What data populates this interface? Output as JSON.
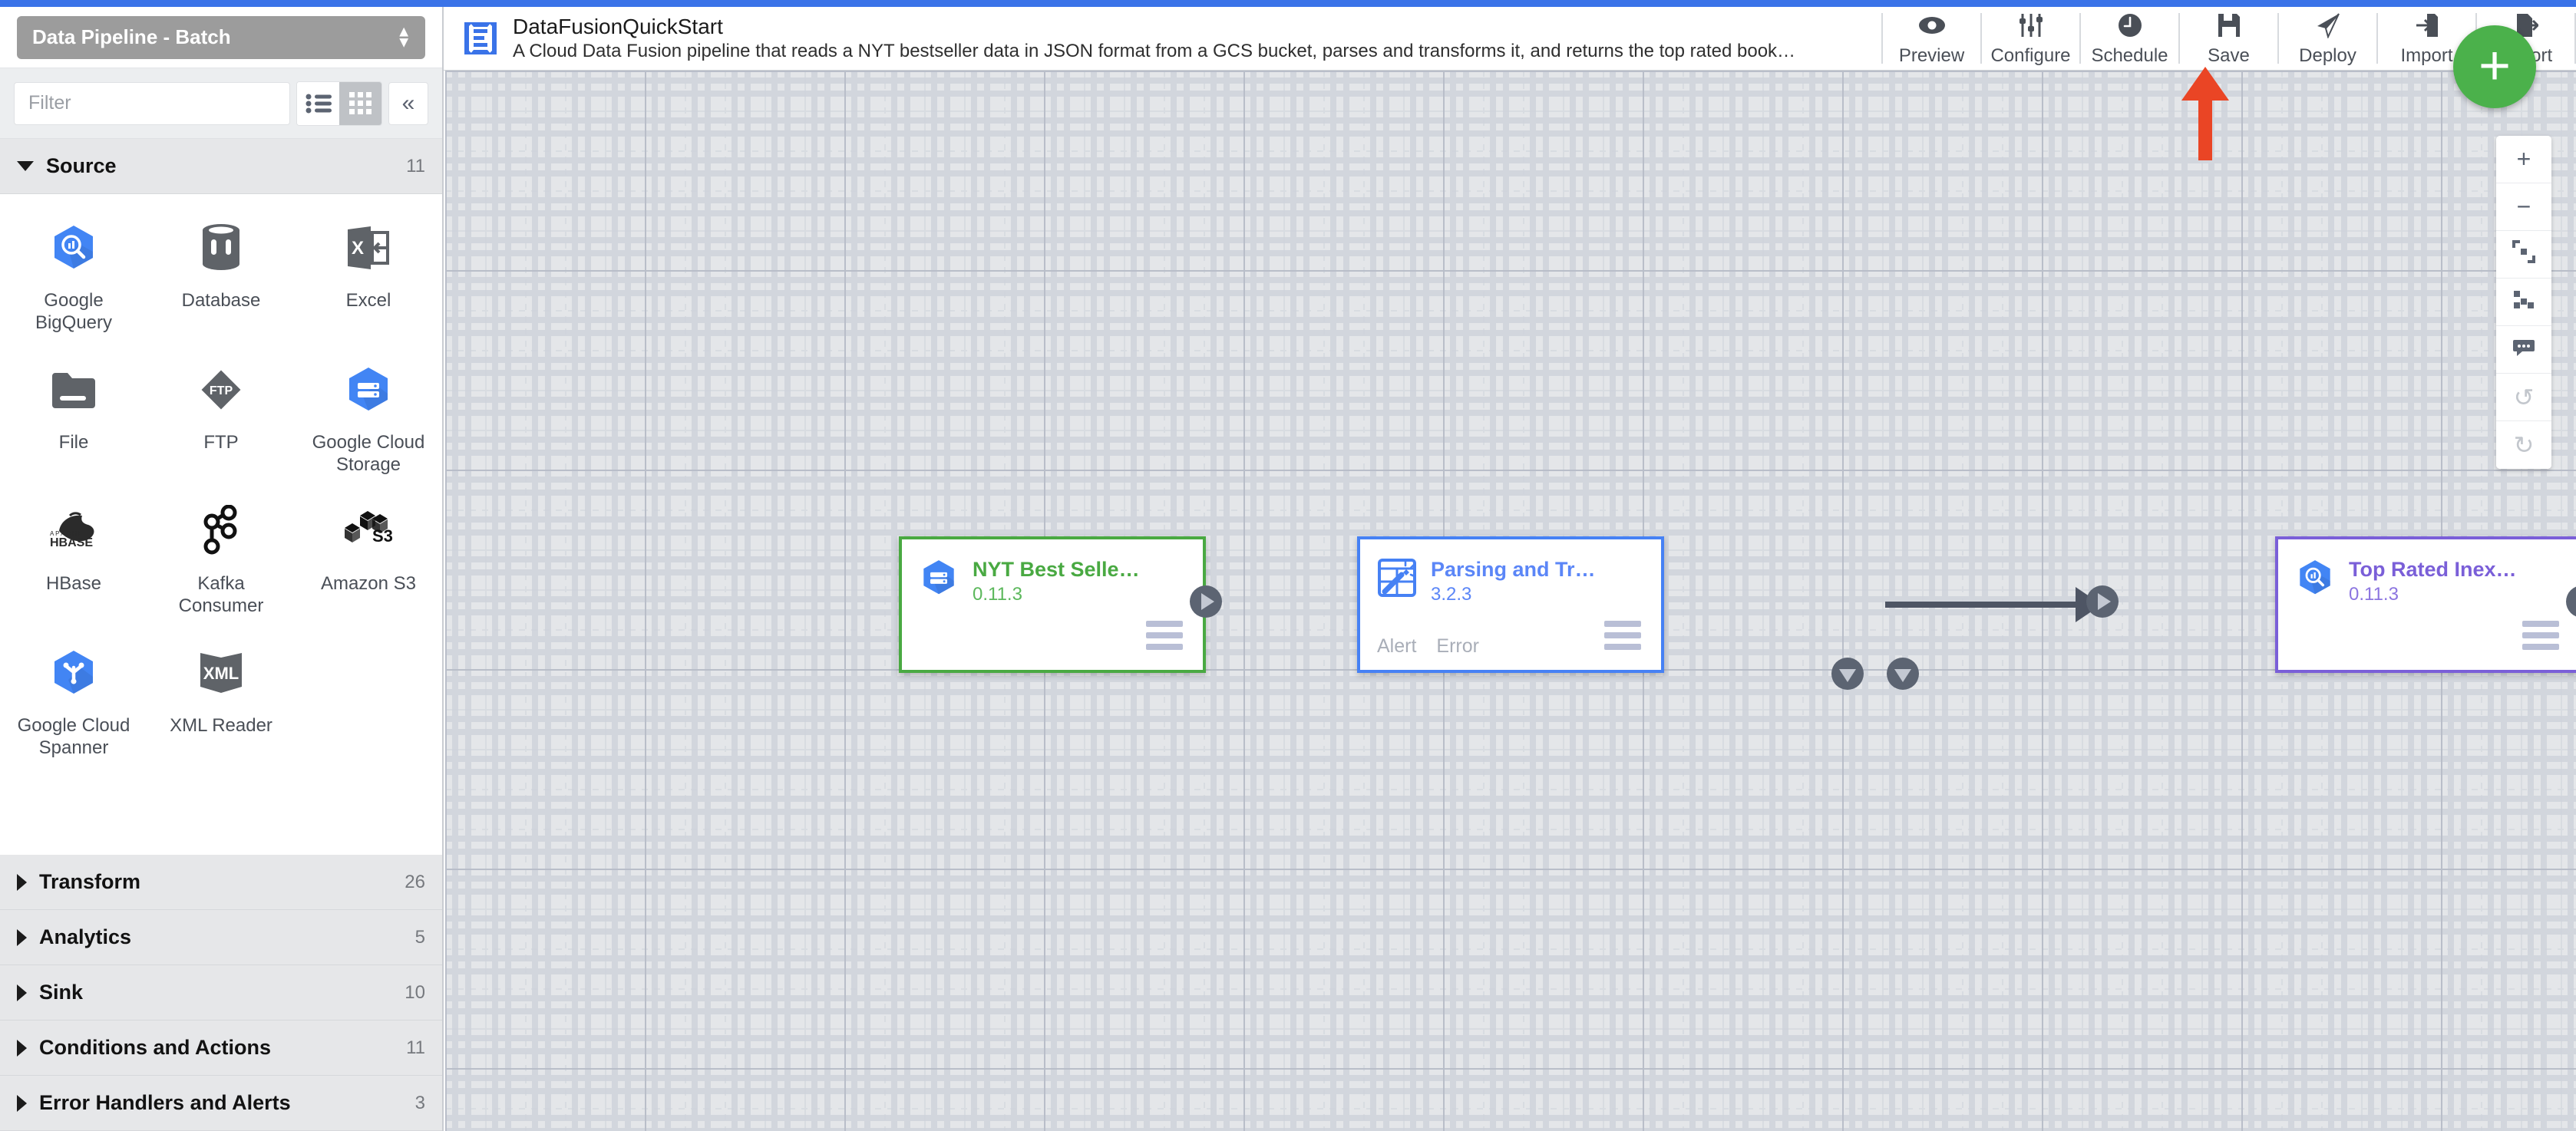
{
  "app": {
    "logo_icon": "cdap-e-logo-icon",
    "accent_blue": "#3a73e8"
  },
  "sidebar": {
    "pipeline_type": "Data Pipeline - Batch",
    "filter_placeholder": "Filter",
    "view_list_icon": "list-view-icon",
    "view_grid_icon": "grid-view-icon",
    "collapse_icon": "chevron-double-left-icon",
    "sections": [
      {
        "label": "Source",
        "count": "11",
        "open": true
      },
      {
        "label": "Transform",
        "count": "26",
        "open": false
      },
      {
        "label": "Analytics",
        "count": "5",
        "open": false
      },
      {
        "label": "Sink",
        "count": "10",
        "open": false
      },
      {
        "label": "Conditions and Actions",
        "count": "11",
        "open": false
      },
      {
        "label": "Error Handlers and Alerts",
        "count": "3",
        "open": false
      }
    ],
    "plugins": [
      {
        "label": "Google BigQuery",
        "icon": "google-bigquery-icon"
      },
      {
        "label": "Database",
        "icon": "database-icon"
      },
      {
        "label": "Excel",
        "icon": "excel-icon"
      },
      {
        "label": "File",
        "icon": "file-folder-icon"
      },
      {
        "label": "FTP",
        "icon": "ftp-icon"
      },
      {
        "label": "Google Cloud Storage",
        "icon": "google-cloud-storage-icon"
      },
      {
        "label": "HBase",
        "icon": "hbase-icon"
      },
      {
        "label": "Kafka Consumer",
        "icon": "kafka-icon"
      },
      {
        "label": "Amazon S3",
        "icon": "amazon-s3-icon"
      },
      {
        "label": "Google Cloud Spanner",
        "icon": "google-cloud-spanner-icon"
      },
      {
        "label": "XML Reader",
        "icon": "xml-reader-icon"
      }
    ]
  },
  "header": {
    "pipeline_name": "DataFusionQuickStart",
    "pipeline_description": "A Cloud Data Fusion pipeline that reads a NYT bestseller data in JSON format from a GCS bucket, parses and transforms it, and returns the top rated book…",
    "toolbar": [
      {
        "label": "Preview",
        "icon": "eye-icon"
      },
      {
        "label": "Configure",
        "icon": "sliders-icon"
      },
      {
        "label": "Schedule",
        "icon": "clock-icon"
      },
      {
        "label": "Save",
        "icon": "floppy-disk-icon"
      },
      {
        "label": "Deploy",
        "icon": "paper-plane-icon"
      },
      {
        "label": "Import",
        "icon": "import-arrow-icon"
      },
      {
        "label": "Export",
        "icon": "export-arrow-icon"
      }
    ]
  },
  "canvas": {
    "nodes": [
      {
        "name": "NYT Best Selle…",
        "version": "0.11.3",
        "icon": "google-cloud-storage-icon",
        "border_color": "#49a942",
        "text_color": "#49a942",
        "ports": []
      },
      {
        "name": "Parsing and Tr…",
        "version": "3.2.3",
        "icon": "wrangler-icon",
        "border_color": "#4681f4",
        "text_color": "#5b86f7",
        "ports": [
          "Alert",
          "Error"
        ]
      },
      {
        "name": "Top Rated Inex…",
        "version": "0.11.3",
        "icon": "google-bigquery-icon",
        "border_color": "#7a5fd8",
        "text_color": "#7a5fd8",
        "ports": []
      }
    ],
    "annotation": {
      "type": "up-arrow",
      "color": "#ea4525",
      "points_at": "Deploy"
    },
    "add_node_fab": "+",
    "controls": [
      {
        "icon": "zoom-in-icon",
        "glyph": "+",
        "disabled": false
      },
      {
        "icon": "zoom-out-icon",
        "glyph": "−",
        "disabled": false
      },
      {
        "icon": "fit-to-screen-icon",
        "glyph": "",
        "disabled": false
      },
      {
        "icon": "align-nodes-icon",
        "glyph": "",
        "disabled": false
      },
      {
        "icon": "comments-icon",
        "glyph": "",
        "disabled": false
      },
      {
        "icon": "undo-icon",
        "glyph": "↺",
        "disabled": true
      },
      {
        "icon": "redo-icon",
        "glyph": "↻",
        "disabled": true
      }
    ]
  }
}
